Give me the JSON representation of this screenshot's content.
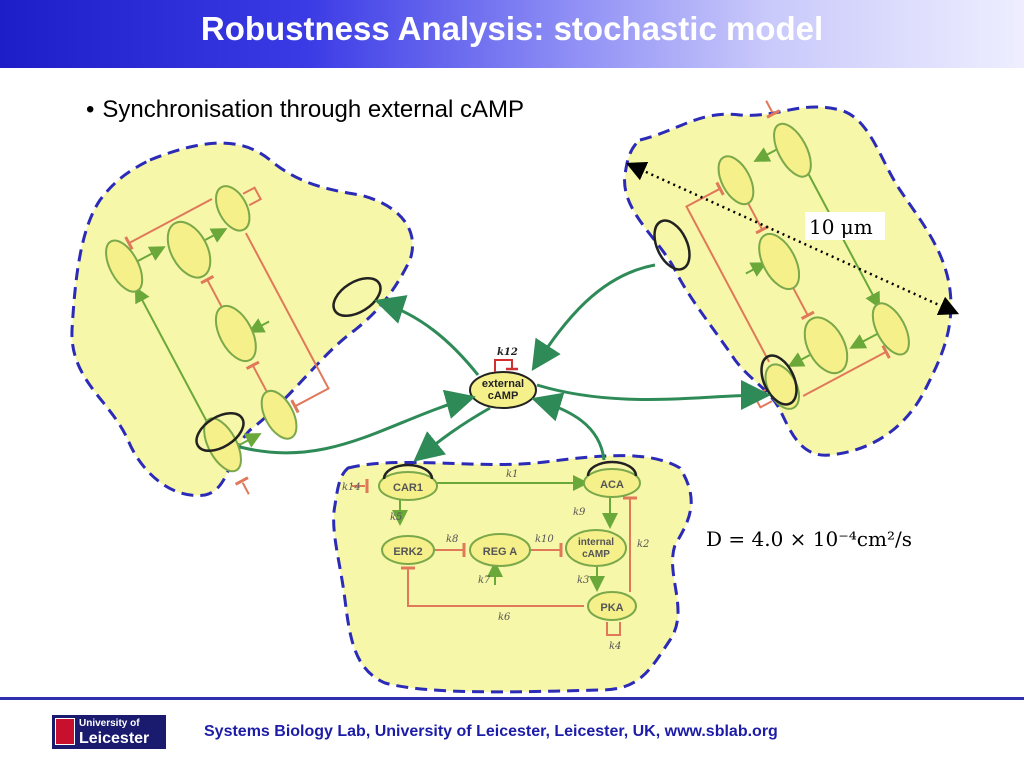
{
  "slide": {
    "title": "Robustness Analysis: stochastic model",
    "bullet": "Synchronisation through external cAMP"
  },
  "diagram": {
    "external_camp": {
      "line1": "external",
      "line2": "cAMP",
      "k_self": "k12"
    },
    "nodes": {
      "car1": "CAR1",
      "aca": "ACA",
      "erk2": "ERK2",
      "rega": "REG A",
      "internal_line1": "internal",
      "internal_line2": "cAMP",
      "pka": "PKA"
    },
    "rates": {
      "k1": "k1",
      "k2": "k2",
      "k3": "k3",
      "k4": "k4",
      "k5": "k5",
      "k6": "k6",
      "k7": "k7",
      "k8": "k8",
      "k9": "k9",
      "k10": "k10",
      "k14": "k14"
    },
    "scale_label": "10 μm",
    "diffusion": "D = 4.0 × 10⁻⁴cm²/s"
  },
  "footer": {
    "logo_line1": "University of",
    "logo_line2": "Leicester",
    "credit": "Systems Biology Lab, University of Leicester, Leicester, UK, www.sblab.org"
  },
  "colors": {
    "cell_fill": "#f7f7a9",
    "cell_border": "#2b2bb8",
    "arrow_green": "#2e8b57",
    "inhibit_red": "#e0785a"
  }
}
